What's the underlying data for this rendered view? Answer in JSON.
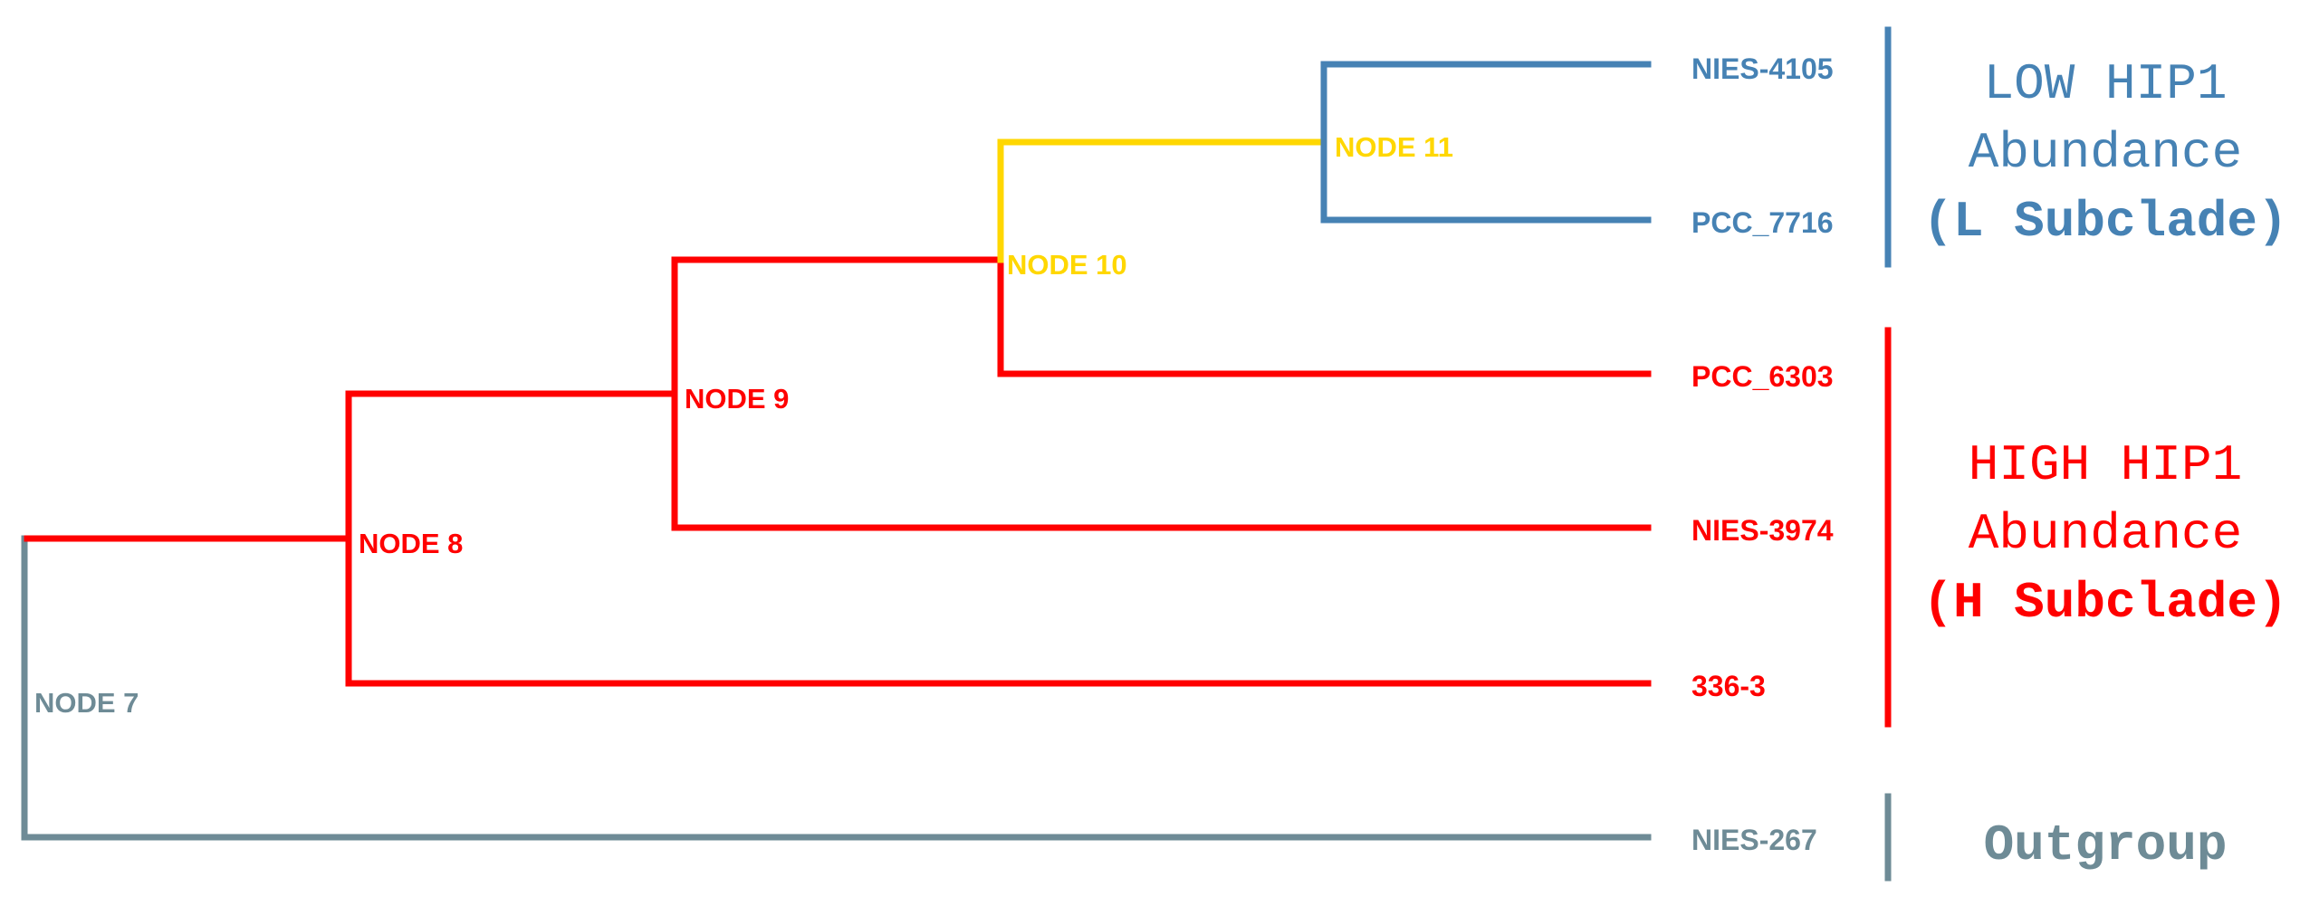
{
  "colors": {
    "red": "#ff0000",
    "yellow": "#ffd700",
    "blue": "#4682b4",
    "gray": "#6e8b96"
  },
  "nodes": {
    "node7": "NODE 7",
    "node8": "NODE 8",
    "node9": "NODE 9",
    "node10": "NODE 10",
    "node11": "NODE 11"
  },
  "leaves": {
    "nies4105": "NIES-4105",
    "pcc7716": "PCC_7716",
    "pcc6303": "PCC_6303",
    "nies3974": "NIES-3974",
    "l3363": "336-3",
    "nies267": "NIES-267"
  },
  "clades": {
    "low": {
      "line1": "LOW HIP1",
      "line2": "Abundance",
      "line3": "(L Subclade)"
    },
    "high": {
      "line1": "HIGH HIP1",
      "line2": "Abundance",
      "line3": "(H Subclade)"
    },
    "outgroup": {
      "line1": "Outgroup"
    }
  }
}
